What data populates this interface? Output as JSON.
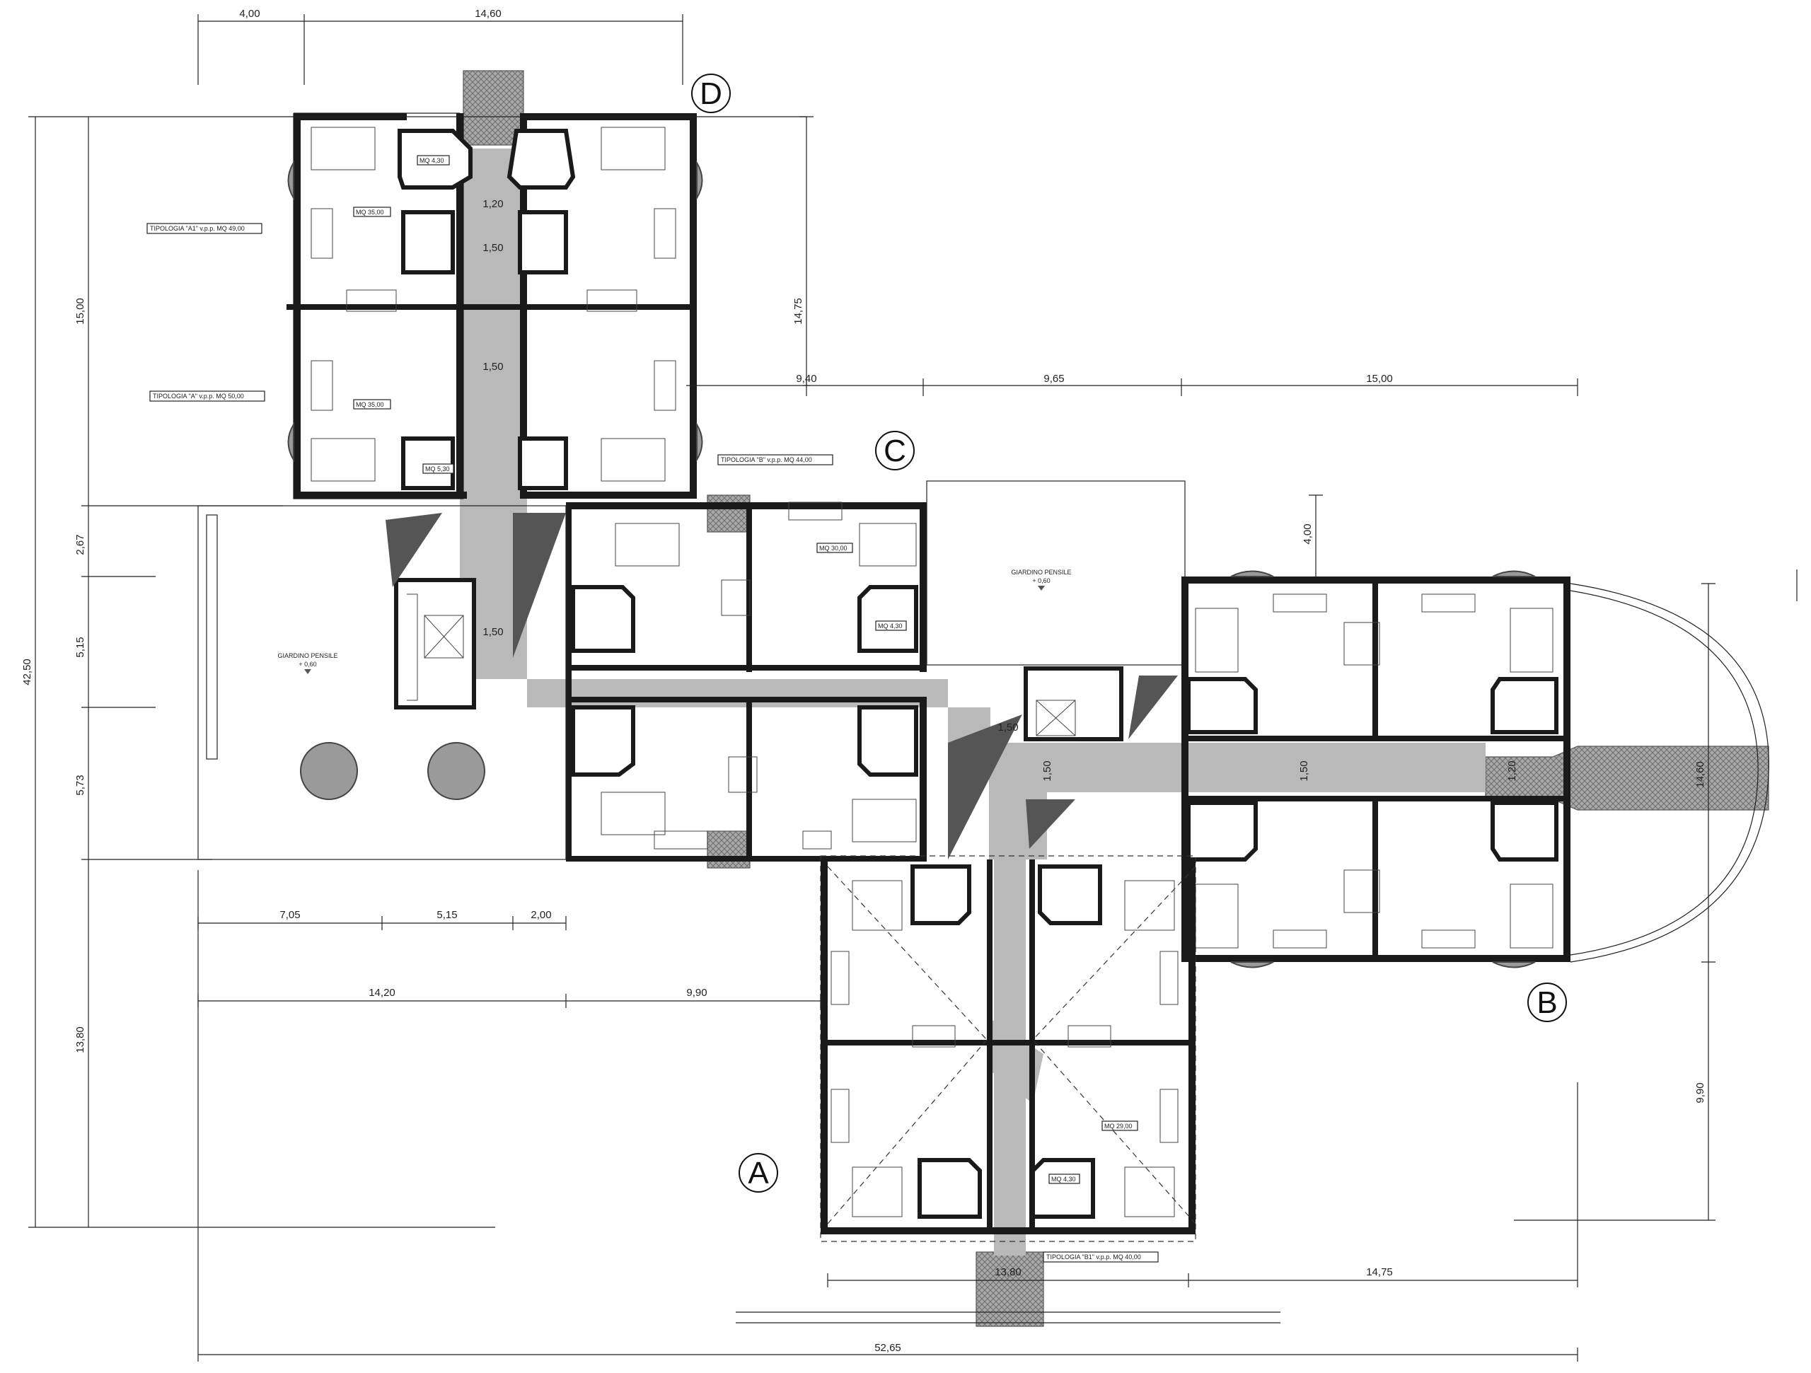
{
  "zones": {
    "a": "A",
    "b": "B",
    "c": "C",
    "d": "D"
  },
  "dimensions": {
    "top_4_00": "4,00",
    "top_14_60": "14,60",
    "left_15_00": "15,00",
    "left_2_67": "2,67",
    "left_5_15": "5,15",
    "left_5_73": "5,73",
    "left_13_80": "13,80",
    "overall_height": "42,50",
    "vert_14_75": "14,75",
    "mid_9_40": "9,40",
    "mid_9_65": "9,65",
    "mid_15_00": "15,00",
    "vert_4_00": "4,00",
    "bottom_7_05": "7,05",
    "bottom_5_15": "5,15",
    "bottom_2_00": "2,00",
    "bottom_14_20": "14,20",
    "bottom_9_90": "9,90",
    "bottom_13_80": "13,80",
    "bottom_14_75": "14,75",
    "overall_width": "52,65",
    "right_14_60": "14,60",
    "right_9_90": "9,90",
    "corr_1_20_a": "1,20",
    "corr_1_50_a": "1,50",
    "corr_1_50_b": "1,50",
    "corr_1_50_c": "1,50",
    "corr_1_50_d": "1,50",
    "corr_1_50_e": "1,50",
    "corr_1_50_f": "1,50",
    "corr_1_20_b": "1,20"
  },
  "typology_labels": {
    "a1": "TIPOLOGIA \"A1\" v.p.p. MQ 49,00",
    "a": "TIPOLOGIA \"A\" v.p.p. MQ 50,00",
    "b": "TIPOLOGIA \"B\" v.p.p. MQ 44,00",
    "b1": "TIPOLOGIA \"B1\" v.p.p. MQ 40,00"
  },
  "area_labels": {
    "mq_35_top": "MQ 35,00",
    "mq_4_30_top": "MQ 4,30",
    "mq_35_mid": "MQ 35,00",
    "mq_5_30": "MQ 5,30",
    "mq_30": "MQ 30,00",
    "mq_4_30_c": "MQ 4,30",
    "mq_29": "MQ 29,00",
    "mq_4_30_a": "MQ 4,30"
  },
  "gardens": {
    "left_name": "GIARDINO PENSILE",
    "left_level": "+ 0,60",
    "center_name": "GIARDINO PENSILE",
    "center_level": "+ 0,60"
  },
  "colors": {
    "walls": "#1a1a1a",
    "corridor": "#b9b9b9",
    "paving_hatch": "#8a8a8a",
    "ink": "#222222"
  }
}
